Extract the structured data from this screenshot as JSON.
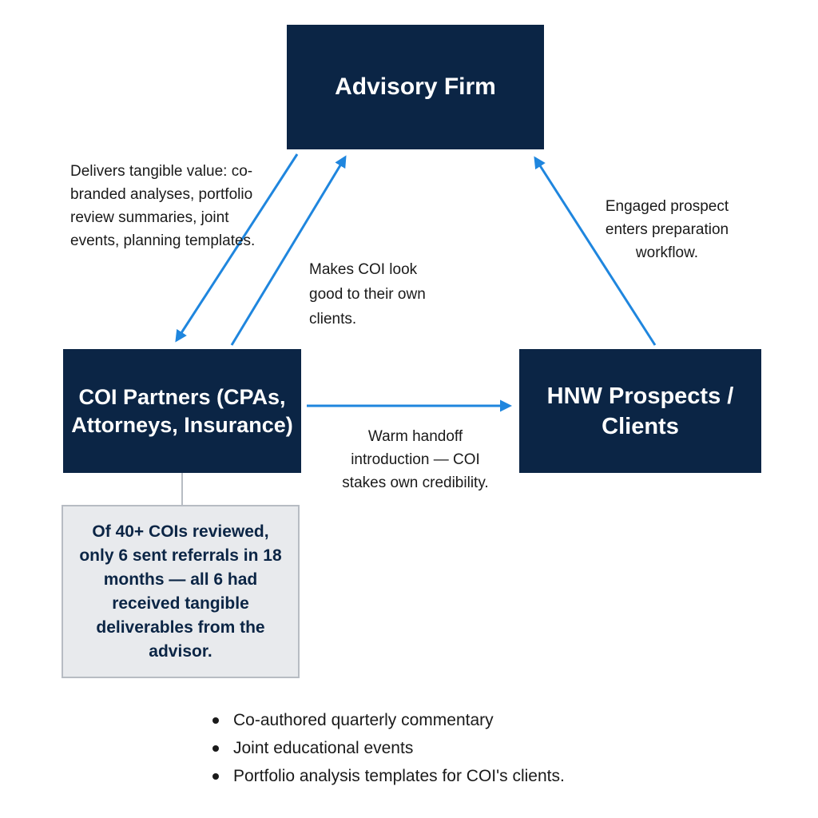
{
  "nodes": {
    "advisory_firm": "Advisory Firm",
    "coi_partners": "COI Partners (CPAs, Attorneys, Insurance)",
    "hnw": "HNW Prospects / Clients"
  },
  "edge_labels": {
    "delivers": "Delivers tangible value: co-branded analyses, portfolio review summaries, joint events, planning templates.",
    "makes_good": "Makes COI look good to their own clients.",
    "engaged": "Engaged prospect enters preparation workflow.",
    "handoff": "Warm handoff introduction — COI stakes own credibility."
  },
  "callout": "Of 40+ COIs reviewed, only 6 sent referrals in 18 months — all 6 had received tangible deliverables from the advisor.",
  "bullets": [
    "Co-authored quarterly commentary",
    "Joint educational events",
    "Portfolio analysis templates for COI's clients."
  ],
  "colors": {
    "box_fill": "#0b2545",
    "arrow": "#1f86de",
    "callout_fill": "#e8eaed",
    "callout_border": "#b7bcc3"
  }
}
